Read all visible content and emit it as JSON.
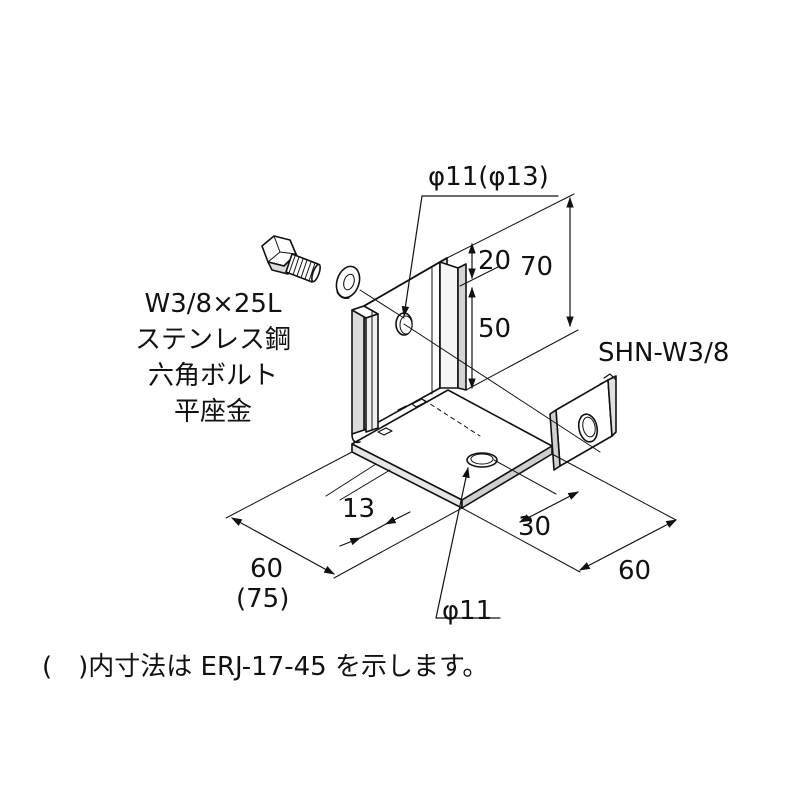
{
  "diagram": {
    "bolt_label": [
      "W3/8×25L",
      "ステンレス鋼",
      "六角ボルト",
      "平座金"
    ],
    "washer_part_label": "SHN-W3/8",
    "dimensions": {
      "hole_top": "φ11(φ13)",
      "hole_bottom": "φ11",
      "height_total": "70",
      "height_upper": "20",
      "height_lower": "50",
      "width_front": "60",
      "width_front_alt": "(75)",
      "offset_front": "13",
      "depth": "60",
      "offset_depth": "30"
    },
    "footnote": {
      "paren": "(　)",
      "text": "内寸法は ERJ-17-45 を示します。"
    }
  }
}
